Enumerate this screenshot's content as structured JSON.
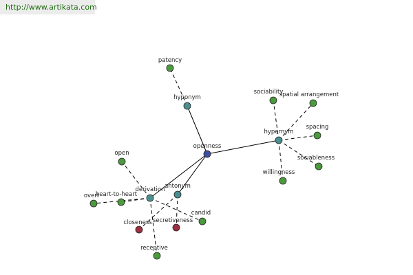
{
  "source_url": "http://www.artikata.com",
  "colors": {
    "center": "#3d4fa3",
    "relation": "#4a8f8f",
    "term": "#4c9a3e",
    "antonym_term": "#9a3040"
  },
  "nodes": [
    {
      "id": "openness",
      "label": "openness",
      "kind": "center"
    },
    {
      "id": "hyponym",
      "label": "hyponym",
      "kind": "relation"
    },
    {
      "id": "hypernym",
      "label": "hypernym",
      "kind": "relation"
    },
    {
      "id": "derivation",
      "label": "derivation",
      "kind": "relation"
    },
    {
      "id": "antonym",
      "label": "antonym",
      "kind": "relation"
    },
    {
      "id": "patency",
      "label": "patency",
      "kind": "term"
    },
    {
      "id": "sociability",
      "label": "sociability",
      "kind": "term"
    },
    {
      "id": "spatial-arrangement",
      "label": "spatial arrangement",
      "kind": "term"
    },
    {
      "id": "spacing",
      "label": "spacing",
      "kind": "term"
    },
    {
      "id": "sociableness",
      "label": "sociableness",
      "kind": "term"
    },
    {
      "id": "willingness",
      "label": "willingness",
      "kind": "term"
    },
    {
      "id": "open",
      "label": "open",
      "kind": "term"
    },
    {
      "id": "overt",
      "label": "overt",
      "kind": "term"
    },
    {
      "id": "heart-to-heart",
      "label": "heart-to-heart",
      "kind": "term"
    },
    {
      "id": "candid",
      "label": "candid",
      "kind": "term"
    },
    {
      "id": "receptive",
      "label": "receptive",
      "kind": "term"
    },
    {
      "id": "closeness",
      "label": "closeness",
      "kind": "antonym_term"
    },
    {
      "id": "secretiveness",
      "label": "secretiveness",
      "kind": "antonym_term"
    }
  ],
  "edges": [
    {
      "from": "openness",
      "to": "hyponym",
      "style": "solid"
    },
    {
      "from": "openness",
      "to": "hypernym",
      "style": "solid"
    },
    {
      "from": "openness",
      "to": "derivation",
      "style": "solid"
    },
    {
      "from": "openness",
      "to": "antonym",
      "style": "solid"
    },
    {
      "from": "hyponym",
      "to": "patency",
      "style": "dashed"
    },
    {
      "from": "hypernym",
      "to": "sociability",
      "style": "dashed"
    },
    {
      "from": "hypernym",
      "to": "spatial-arrangement",
      "style": "dashed"
    },
    {
      "from": "hypernym",
      "to": "spacing",
      "style": "dashed"
    },
    {
      "from": "hypernym",
      "to": "sociableness",
      "style": "dashed"
    },
    {
      "from": "hypernym",
      "to": "willingness",
      "style": "dashed"
    },
    {
      "from": "derivation",
      "to": "open",
      "style": "dashed"
    },
    {
      "from": "derivation",
      "to": "overt",
      "style": "dashed"
    },
    {
      "from": "derivation",
      "to": "heart-to-heart",
      "style": "dashed"
    },
    {
      "from": "derivation",
      "to": "candid",
      "style": "dashed"
    },
    {
      "from": "derivation",
      "to": "receptive",
      "style": "dashed"
    },
    {
      "from": "antonym",
      "to": "closeness",
      "style": "dashed"
    },
    {
      "from": "antonym",
      "to": "secretiveness",
      "style": "dashed"
    }
  ]
}
